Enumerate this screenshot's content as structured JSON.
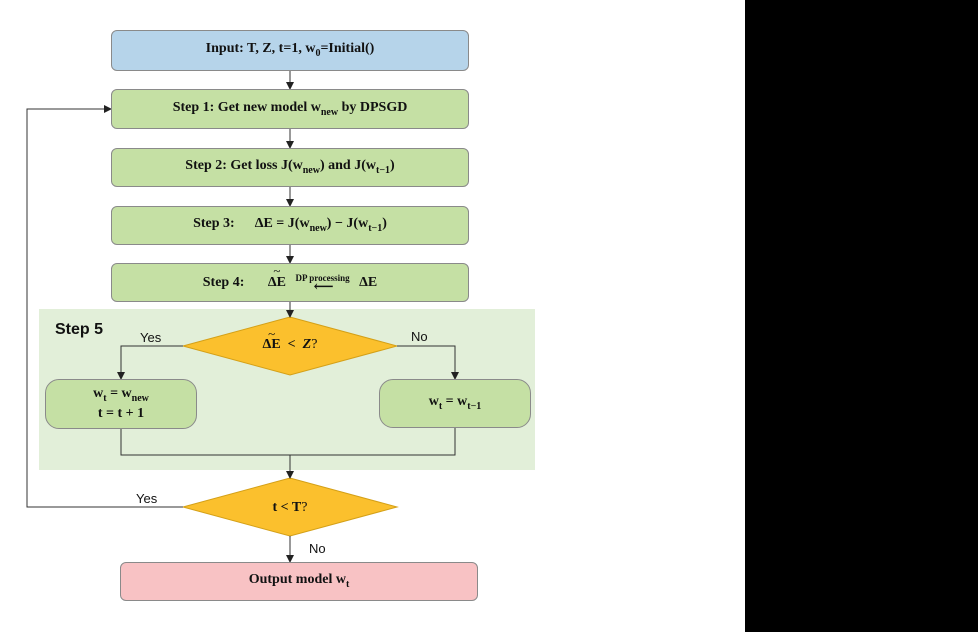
{
  "input_box": {
    "prefix": "Input: T, Z, t=1, w",
    "sub": "0",
    "suffix": "=Initial()"
  },
  "step1": {
    "prefix": "Step 1:  Get new model w",
    "sub": "new",
    "suffix": " by DPSGD"
  },
  "step2": {
    "prefix": "Step 2:  Get loss  J(w",
    "sub1": "new",
    "mid": ") and  J(w",
    "sub2": "t−1",
    "suffix": ")"
  },
  "step3": {
    "label": "Step 3:",
    "prefix": "ΔE = J(w",
    "sub1": "new",
    "mid": ") − J(w",
    "sub2": "t−1",
    "suffix": ")"
  },
  "step4": {
    "label": "Step 4:",
    "etilde": "ΔE",
    "arrow_label": "DP processing",
    "arrow": "⟵",
    "delta_e": "ΔE"
  },
  "step5": {
    "title": "Step 5",
    "condition": {
      "etilde": "ΔE",
      "op": "<",
      "var": "Z",
      "q": "?"
    },
    "yes_label": "Yes",
    "no_label": "No",
    "yes_box": {
      "line1_prefix": "w",
      "line1_sub1": "t",
      "line1_eq": " = w",
      "line1_sub2": "new",
      "line2": "t = t + 1"
    },
    "no_box": {
      "prefix": "w",
      "sub1": "t",
      "eq": " = w",
      "sub2": "t−1"
    }
  },
  "loop_condition": {
    "text": "t  <  T",
    "q": "?"
  },
  "loop_yes_label": "Yes",
  "loop_no_label": "No",
  "output": {
    "prefix": "Output model w",
    "sub": "t"
  },
  "colors": {
    "input": "#b6d4ea",
    "step": "#c5e0a4",
    "region": "#e2efd9",
    "decision": "#fbc02d",
    "output": "#f8c2c4"
  }
}
